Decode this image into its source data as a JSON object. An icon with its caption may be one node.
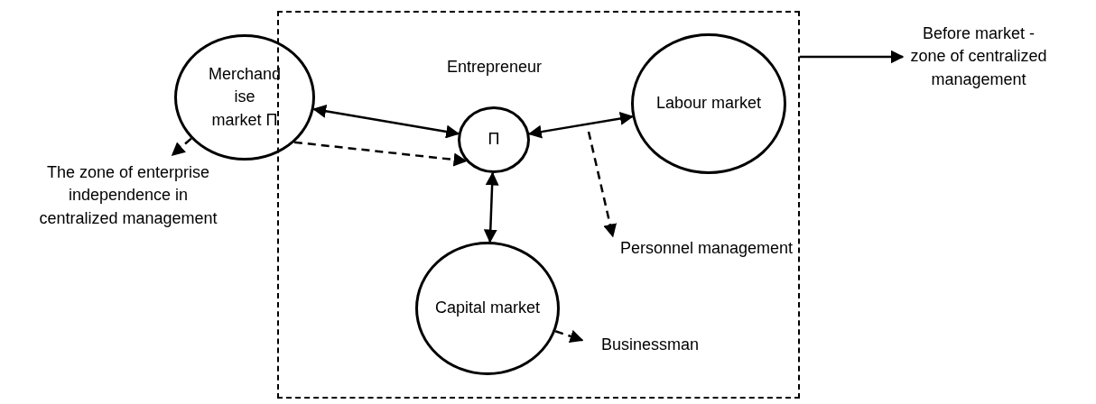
{
  "diagram": {
    "nodes": [
      {
        "text": [],
        "shape": "box"
      },
      {
        "text": [
          "Merchand ise market П"
        ]
      },
      {
        "text": [
          "Entrepreneur",
          "П"
        ],
        "in": 0
      },
      {
        "text": [
          "Labour market"
        ],
        "in": 0
      },
      {
        "text": [
          "Capital market"
        ],
        "in": 0
      },
      {
        "text": [
          "The zone of enterprise independence in centralized management"
        ]
      },
      {
        "text": [
          "Personnel management"
        ],
        "in": 0
      },
      {
        "text": [
          "Businessman"
        ],
        "in": 0
      },
      {
        "text": [
          "Before market - zone of centralized management"
        ]
      }
    ],
    "edges": [
      {
        "from": 1,
        "to": 2,
        "arrow": "both"
      },
      {
        "from": 1,
        "to": 2,
        "arrow": "to",
        "style": "dashed"
      },
      {
        "from": 2,
        "to": 3,
        "arrow": "both"
      },
      {
        "from": 2,
        "to": 4,
        "arrow": "both"
      },
      {
        "from": 1,
        "to": 5,
        "arrow": "to",
        "style": "dashed"
      },
      {
        "from": null,
        "to": 6,
        "arrow": "to",
        "style": "dashed"
      },
      {
        "from": 4,
        "to": 7,
        "arrow": "to",
        "style": "dashed"
      },
      {
        "from": 0,
        "to": 8,
        "arrow": "to"
      }
    ]
  }
}
